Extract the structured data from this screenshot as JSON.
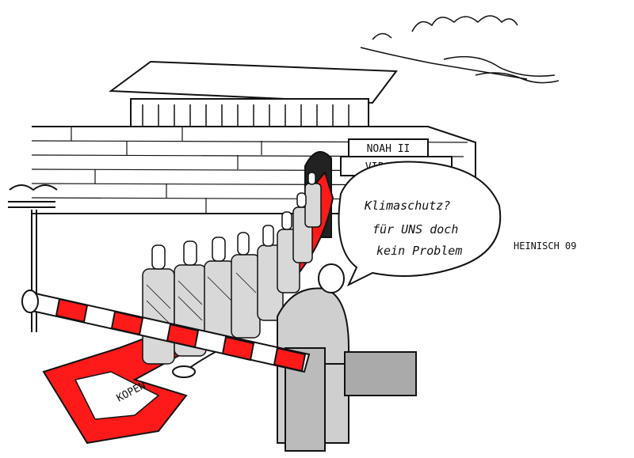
{
  "ark": {
    "name_sign": "NOAH II",
    "access_sign": "VIP's ONLY"
  },
  "speech_bubble": {
    "line1": "Klimaschutz?",
    "line2": "für UNS doch",
    "line3": "kein Problem"
  },
  "carpet_label": "KOPEN",
  "signature": "HEINISCH 09",
  "colors": {
    "ink": "#111111",
    "carpet_red": "#ff1a1a",
    "paper": "#ffffff"
  }
}
